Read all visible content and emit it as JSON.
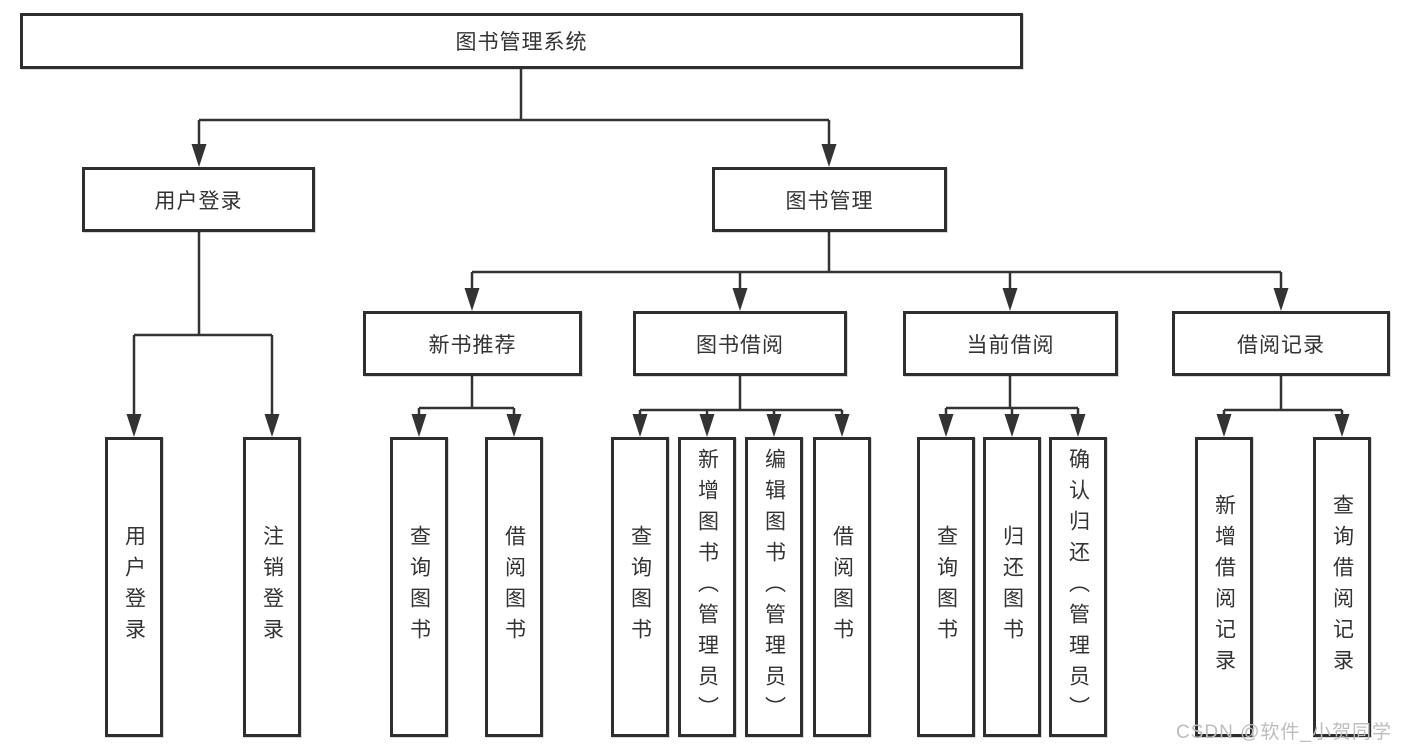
{
  "diagram": {
    "root": "图书管理系统",
    "branches": [
      {
        "label": "用户登录",
        "children": [
          "用户登录",
          "注销登录"
        ]
      },
      {
        "label": "图书管理"
      }
    ],
    "modules": [
      {
        "label": "新书推荐",
        "children": [
          "查询图书",
          "借阅图书"
        ]
      },
      {
        "label": "图书借阅",
        "children": [
          "查询图书",
          "新增图书（管理员）",
          "编辑图书（管理员）",
          "借阅图书"
        ]
      },
      {
        "label": "当前借阅",
        "children": [
          "查询图书",
          "归还图书",
          "确认归还（管理员）"
        ]
      },
      {
        "label": "借阅记录",
        "children": [
          "新增借阅记录",
          "查询借阅记录"
        ]
      }
    ]
  },
  "watermark": "CSDN @软件_小贺同学",
  "colors": {
    "line": "#333333",
    "box_border": "#2e2e2e",
    "text": "#333333",
    "watermark": "#bdbdbd",
    "background": "#ffffff"
  }
}
